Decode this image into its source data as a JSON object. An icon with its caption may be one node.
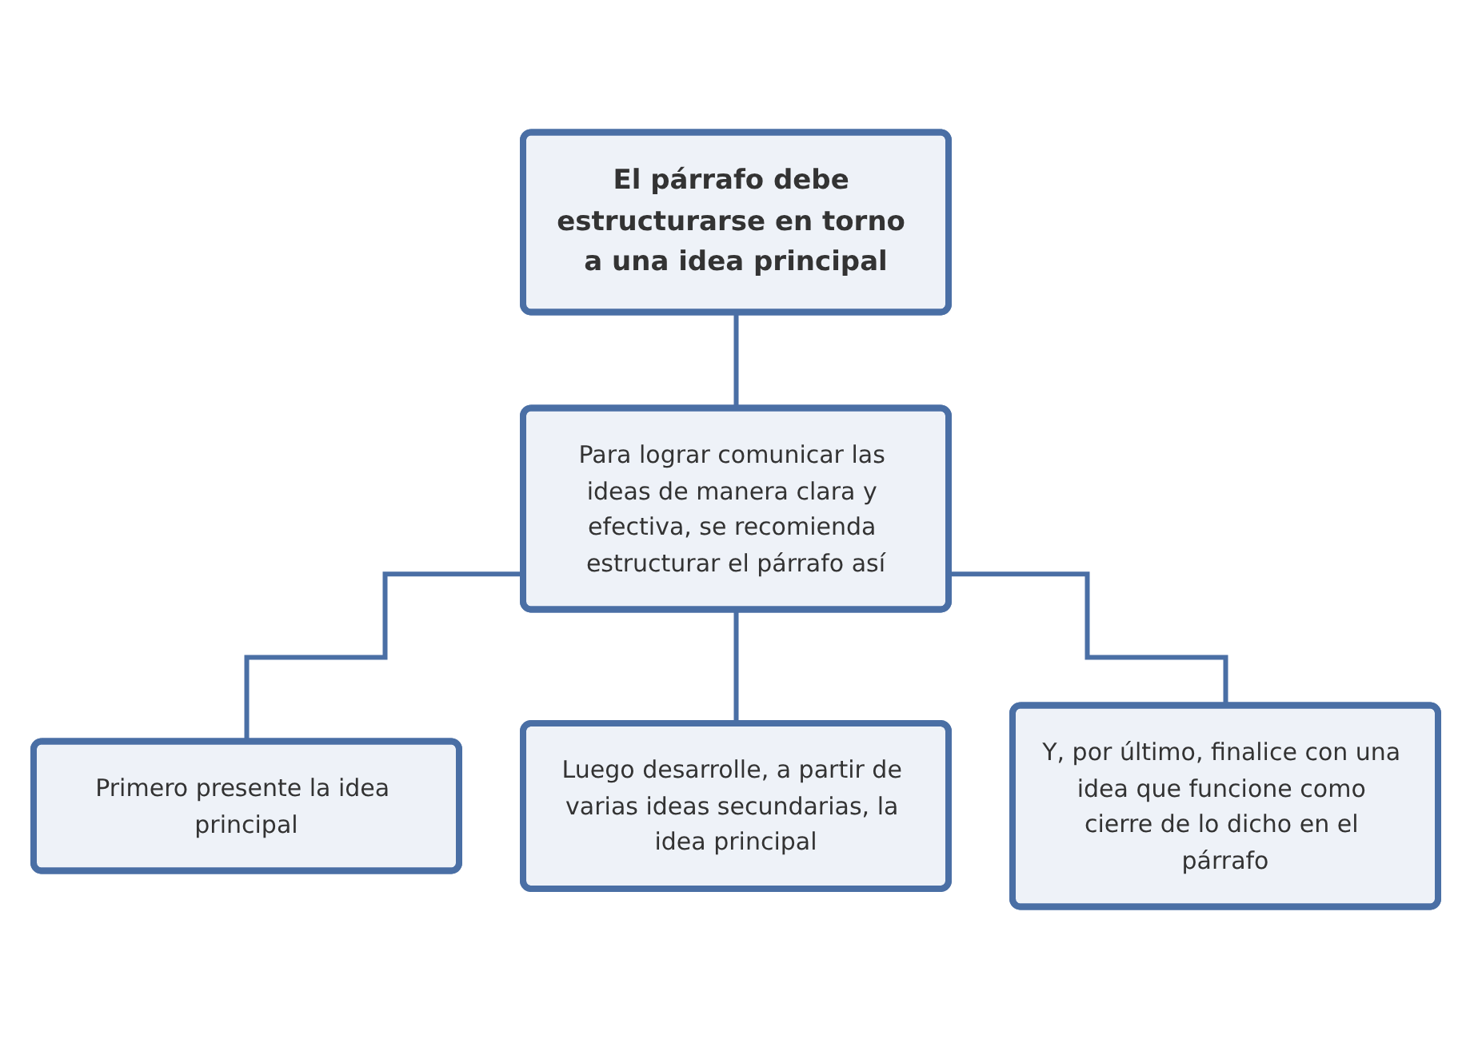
{
  "diagram": {
    "nodes": [
      {
        "text": [
          "El párrafo debe estructurarse en torno a una idea principal"
        ]
      },
      {
        "text": [
          "Para lograr comunicar las ideas de manera clara y efectiva, se recomienda estructurar el párrafo así"
        ]
      },
      {
        "text": [
          "Primero presente la idea principal"
        ]
      },
      {
        "text": [
          "Luego desarrolle, a partir de varias ideas secundarias, la idea principal"
        ]
      },
      {
        "text": [
          "Y, por último, finalice con una idea que funcione como cierre de lo dicho en el párrafo"
        ]
      }
    ],
    "edges": [
      {
        "from": 0,
        "to": 1,
        "arrow": "none"
      },
      {
        "from": 1,
        "to": 2,
        "arrow": "none"
      },
      {
        "from": 1,
        "to": 3,
        "arrow": "none"
      },
      {
        "from": 1,
        "to": 4,
        "arrow": "none"
      }
    ]
  }
}
